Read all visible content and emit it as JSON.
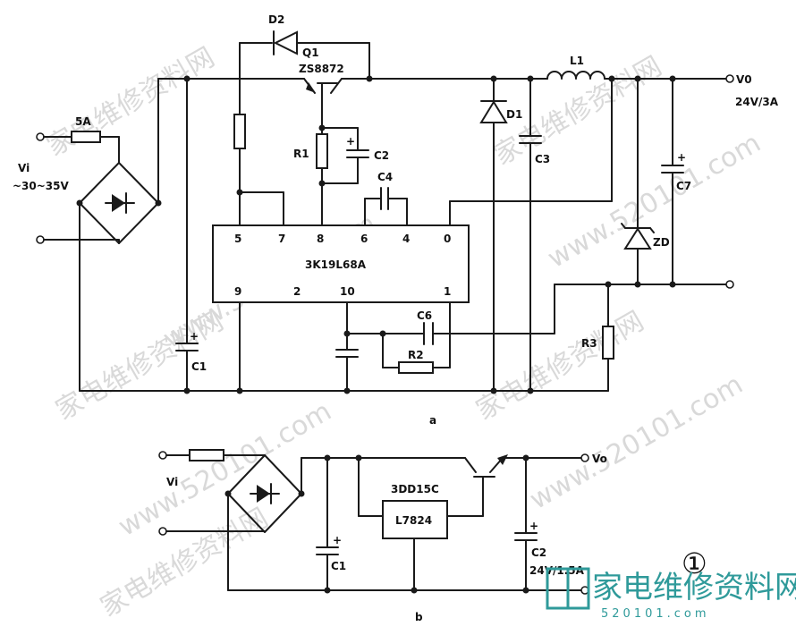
{
  "watermark": {
    "text_cn": "家电维修资料网",
    "text_url": "www.520101.com"
  },
  "logo": {
    "text_cn": "家电维修资料网",
    "text_url": "520101.com"
  },
  "figure_number": "①",
  "circuit_a": {
    "caption": "a",
    "input_label": "Vi",
    "input_range": "~30~35V",
    "fuse": "5A",
    "output_label": "V0",
    "output_rating": "24V/3A",
    "ic": "3K19L68A",
    "ic_pins_top": [
      "5",
      "7",
      "8",
      "6",
      "4",
      "0"
    ],
    "ic_pins_bottom": [
      "9",
      "2",
      "10",
      "1"
    ],
    "components": {
      "d2": "D2",
      "q1": "Q1",
      "q1_part": "ZS8872",
      "r1": "R1",
      "c2": "C2",
      "c4": "C4",
      "d1": "D1",
      "c3": "C3",
      "l1": "L1",
      "c7": "C7",
      "zd": "ZD",
      "c1": "C1",
      "c6": "C6",
      "r2": "R2",
      "r3": "R3"
    }
  },
  "circuit_b": {
    "caption": "b",
    "input_label": "Vi",
    "output_label": "Vo",
    "transistor": "3DD15C",
    "regulator": "L7824",
    "c1": "C1",
    "c2": "C2",
    "output_rating": "24V/1.5A"
  }
}
